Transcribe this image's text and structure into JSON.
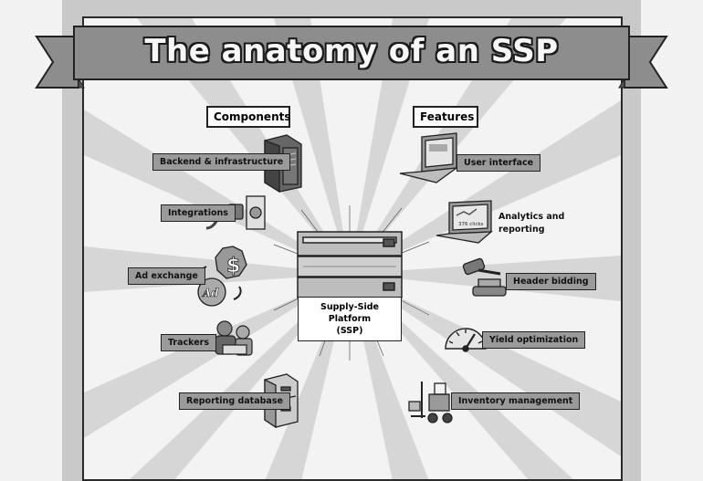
{
  "title": "The anatomy of an SSP",
  "components_heading": "Components",
  "features_heading": "Features",
  "center": {
    "line1": "Supply-Side Platform",
    "line2": "(SSP)"
  },
  "components": [
    {
      "label": "Backend & infrastructure",
      "icon": "server-tower-icon"
    },
    {
      "label": "Integrations",
      "icon": "plug-socket-icon"
    },
    {
      "label": "Ad exchange",
      "icon": "ad-exchange-coins-icon"
    },
    {
      "label": "Trackers",
      "icon": "trackers-people-icon"
    },
    {
      "label": "Reporting database",
      "icon": "file-cabinet-icon"
    }
  ],
  "features": [
    {
      "label": "User interface",
      "icon": "laptop-icon"
    },
    {
      "label_line1": "Analytics and",
      "label_line2": "reporting",
      "icon": "analytics-laptop-icon",
      "screen_text": "376 clicks"
    },
    {
      "label": "Header bidding",
      "icon": "gavel-icon"
    },
    {
      "label": "Yield optimization",
      "icon": "speedometer-icon"
    },
    {
      "label": "Inventory management",
      "icon": "forklift-icon"
    }
  ]
}
